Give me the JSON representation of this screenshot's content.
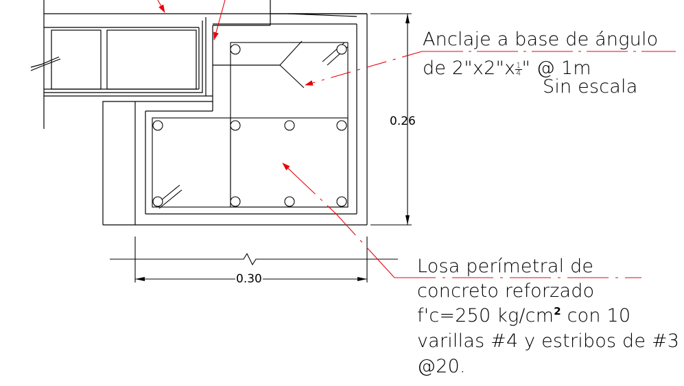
{
  "annotations": {
    "anchor": {
      "line1": "Anclaje a base de ángulo",
      "line2_pre": "de 2\"x2\"x",
      "frac_num": "1",
      "frac_den": "4",
      "line2_post": "\" @ 1m",
      "scale_note": "Sin escala"
    },
    "slab": {
      "line1": "Losa perímetral de",
      "line2": "concreto reforzado",
      "line3_pre": "f'c=250 kg/cm",
      "line3_sup": "2",
      "line3_post": " con 10",
      "line4": "varillas #4 y estribos de #3",
      "line5": "@20."
    }
  },
  "dimensions": {
    "height": "0.26",
    "width": "0.30"
  },
  "colors": {
    "linework": "#000000",
    "leader": "#e8000b",
    "text": "#000000"
  }
}
